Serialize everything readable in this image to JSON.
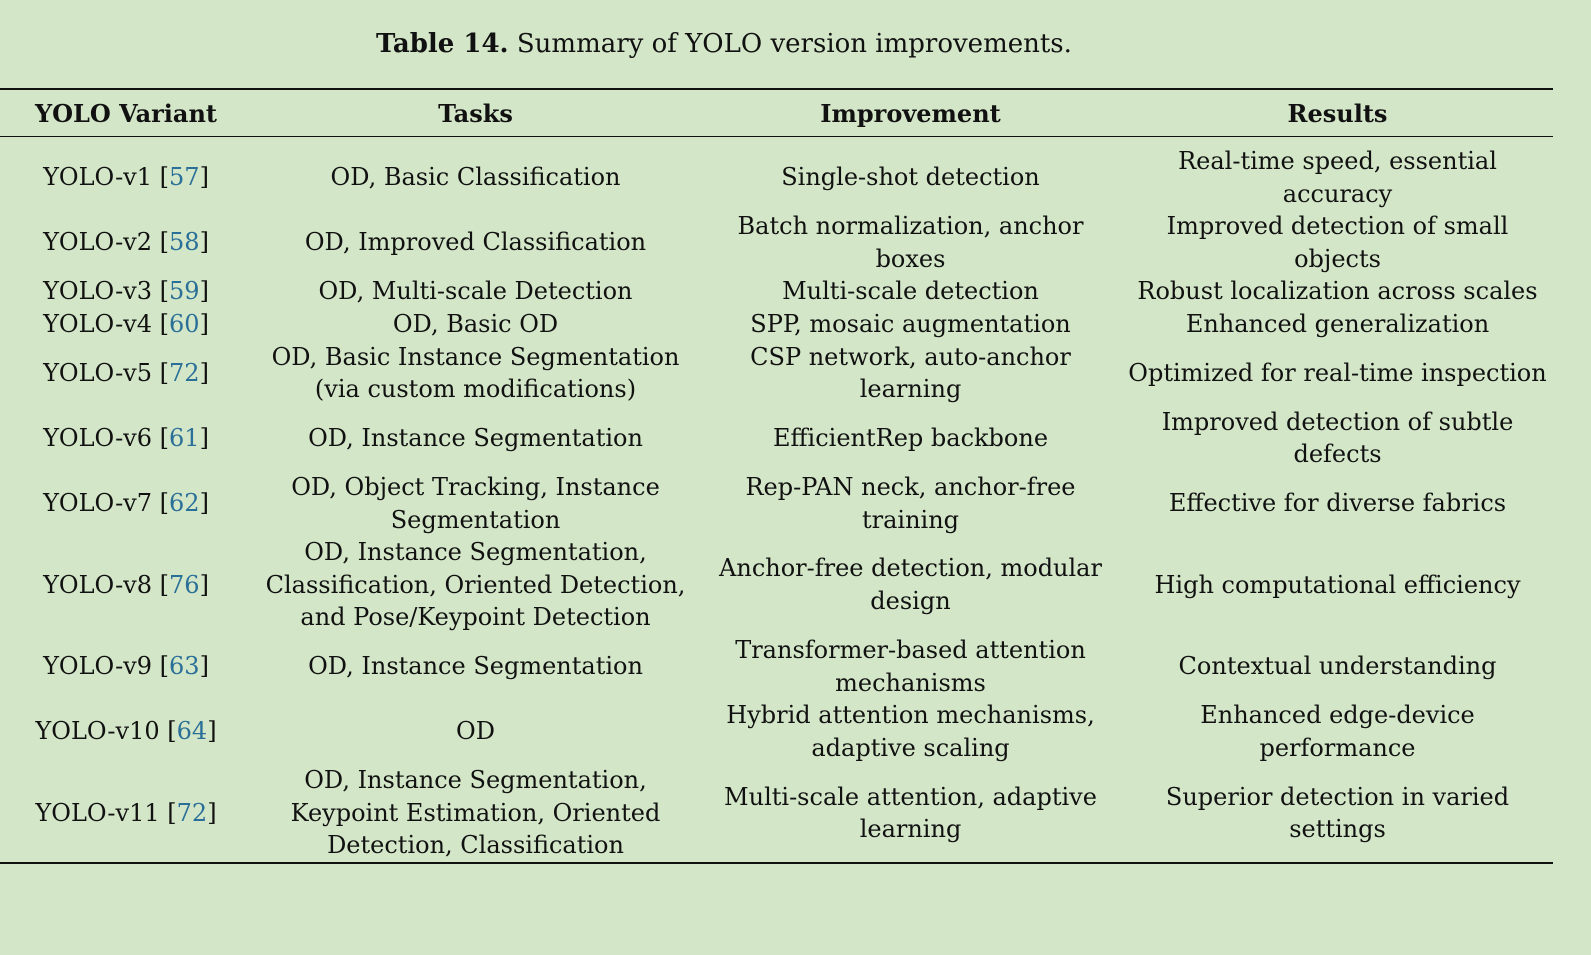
{
  "caption": {
    "label": "Table 14.",
    "text": " Summary of YOLO version improvements."
  },
  "headers": [
    "YOLO Variant",
    "Tasks",
    "Improvement",
    "Results"
  ],
  "colors": {
    "background": "#d3e6c8",
    "reference_link": "#2a6f97"
  },
  "rows": [
    {
      "variant": "YOLO-v1",
      "ref": "57",
      "tasks": "OD, Basic Classification",
      "improvement": "Single-shot detection",
      "results": "Real-time speed, essential accuracy"
    },
    {
      "variant": "YOLO-v2",
      "ref": "58",
      "tasks": "OD, Improved Classification",
      "improvement": "Batch normalization, anchor boxes",
      "results": "Improved detection of small objects"
    },
    {
      "variant": "YOLO-v3",
      "ref": "59",
      "tasks": "OD, Multi-scale Detection",
      "improvement": "Multi-scale detection",
      "results": "Robust localization across scales"
    },
    {
      "variant": "YOLO-v4",
      "ref": "60",
      "tasks": "OD, Basic OD",
      "improvement": "SPP, mosaic augmentation",
      "results": "Enhanced generalization"
    },
    {
      "variant": "YOLO-v5",
      "ref": "72",
      "tasks": "OD, Basic Instance Segmentation (via custom modifications)",
      "improvement": "CSP network, auto-anchor learning",
      "results": "Optimized for real-time inspection"
    },
    {
      "variant": "YOLO-v6",
      "ref": "61",
      "tasks": "OD, Instance Segmentation",
      "improvement": "EfficientRep backbone",
      "results": "Improved detection of subtle defects"
    },
    {
      "variant": "YOLO-v7",
      "ref": "62",
      "tasks": "OD, Object Tracking, Instance Segmentation",
      "improvement": "Rep-PAN neck, anchor-free training",
      "results": "Effective for diverse fabrics"
    },
    {
      "variant": "YOLO-v8",
      "ref": "76",
      "tasks": "OD, Instance Segmentation, Classification, Oriented Detection, and Pose/Keypoint Detection",
      "improvement": "Anchor-free detection, modular design",
      "results": "High computational efficiency"
    },
    {
      "variant": "YOLO-v9",
      "ref": "63",
      "tasks": "OD, Instance Segmentation",
      "improvement": "Transformer-based attention mechanisms",
      "results": "Contextual understanding"
    },
    {
      "variant": "YOLO-v10",
      "ref": "64",
      "tasks": "OD",
      "improvement": "Hybrid attention mechanisms, adaptive scaling",
      "results": "Enhanced edge-device performance"
    },
    {
      "variant": "YOLO-v11",
      "ref": "72",
      "tasks": "OD, Instance Segmentation, Keypoint Estimation, Oriented Detection, Classification",
      "improvement": "Multi-scale attention, adaptive learning",
      "results": "Superior detection in varied settings"
    }
  ]
}
